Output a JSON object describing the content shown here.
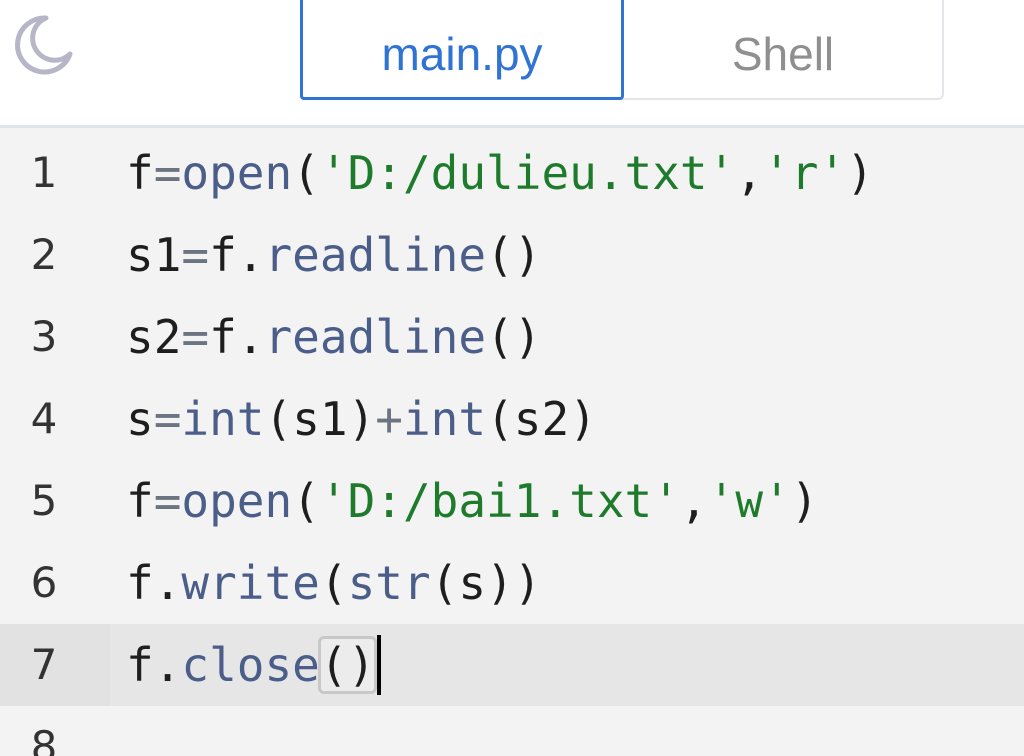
{
  "header": {
    "theme_toggle_icon": "moon-icon",
    "tabs": [
      {
        "label": "main.py",
        "active": true
      },
      {
        "label": "Shell",
        "active": false
      }
    ]
  },
  "editor": {
    "active_line": 7,
    "lines": [
      {
        "number": "1",
        "tokens": [
          {
            "t": "f",
            "k": "plain"
          },
          {
            "t": "=",
            "k": "op"
          },
          {
            "t": "open",
            "k": "fn"
          },
          {
            "t": "(",
            "k": "plain"
          },
          {
            "t": "'D:/dulieu.txt'",
            "k": "str"
          },
          {
            "t": ",",
            "k": "plain"
          },
          {
            "t": "'r'",
            "k": "str"
          },
          {
            "t": ")",
            "k": "plain"
          }
        ]
      },
      {
        "number": "2",
        "tokens": [
          {
            "t": "s1",
            "k": "plain"
          },
          {
            "t": "=",
            "k": "op"
          },
          {
            "t": "f.",
            "k": "plain"
          },
          {
            "t": "readline",
            "k": "fn"
          },
          {
            "t": "()",
            "k": "plain"
          }
        ]
      },
      {
        "number": "3",
        "tokens": [
          {
            "t": "s2",
            "k": "plain"
          },
          {
            "t": "=",
            "k": "op"
          },
          {
            "t": "f.",
            "k": "plain"
          },
          {
            "t": "readline",
            "k": "fn"
          },
          {
            "t": "()",
            "k": "plain"
          }
        ]
      },
      {
        "number": "4",
        "tokens": [
          {
            "t": "s",
            "k": "plain"
          },
          {
            "t": "=",
            "k": "op"
          },
          {
            "t": "int",
            "k": "fn"
          },
          {
            "t": "(s1)",
            "k": "plain"
          },
          {
            "t": "+",
            "k": "op"
          },
          {
            "t": "int",
            "k": "fn"
          },
          {
            "t": "(s2)",
            "k": "plain"
          }
        ]
      },
      {
        "number": "5",
        "tokens": [
          {
            "t": "f",
            "k": "plain"
          },
          {
            "t": "=",
            "k": "op"
          },
          {
            "t": "open",
            "k": "fn"
          },
          {
            "t": "(",
            "k": "plain"
          },
          {
            "t": "'D:/bai1.txt'",
            "k": "str"
          },
          {
            "t": ",",
            "k": "plain"
          },
          {
            "t": "'w'",
            "k": "str"
          },
          {
            "t": ")",
            "k": "plain"
          }
        ]
      },
      {
        "number": "6",
        "tokens": [
          {
            "t": "f.",
            "k": "plain"
          },
          {
            "t": "write",
            "k": "fn"
          },
          {
            "t": "(",
            "k": "plain"
          },
          {
            "t": "str",
            "k": "fn"
          },
          {
            "t": "(s))",
            "k": "plain"
          }
        ]
      },
      {
        "number": "7",
        "tokens": [
          {
            "t": "f.",
            "k": "plain"
          },
          {
            "t": "close",
            "k": "fn"
          },
          {
            "t": "()",
            "k": "plain",
            "match": true
          }
        ],
        "cursor": true
      },
      {
        "number": "8",
        "tokens": []
      }
    ]
  },
  "colors": {
    "accent": "#2f73d3",
    "string": "#1f7b2c",
    "function": "#4b5d89",
    "operator": "#6b7480",
    "editor_bg": "#f3f3f3",
    "active_line_bg": "#e6e6e6"
  }
}
